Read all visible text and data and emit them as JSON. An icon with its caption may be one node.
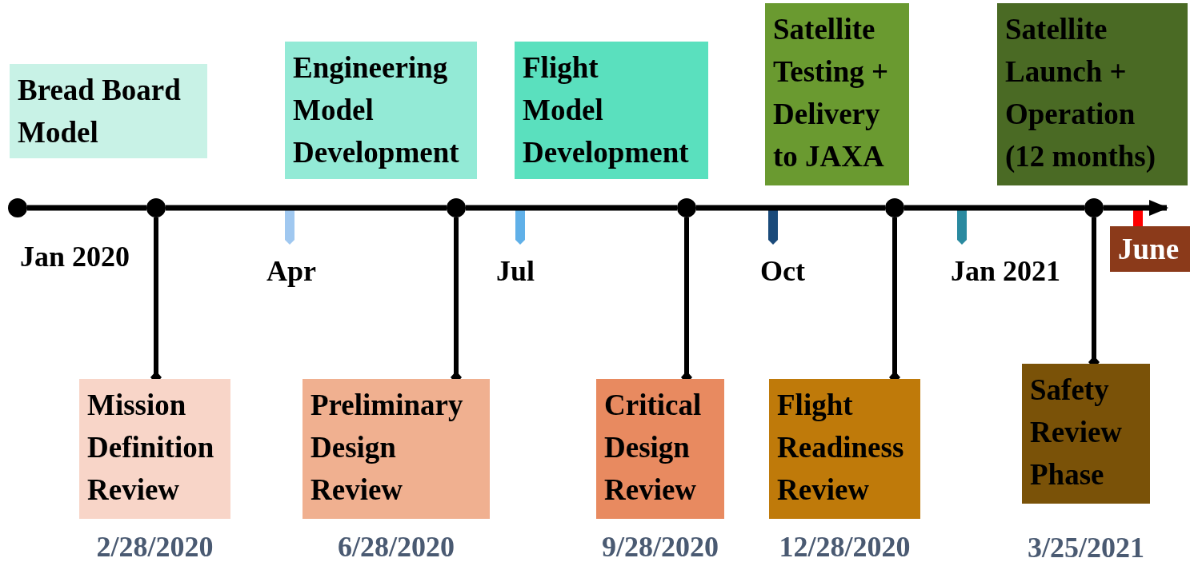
{
  "diagram": {
    "nodes": [
      {
        "text": [
          "Bread Board Model"
        ]
      },
      {
        "text": [
          "Engineering Model Development"
        ]
      },
      {
        "text": [
          "Flight Model Development"
        ]
      },
      {
        "text": [
          "Satellite Testing + Delivery to JAXA"
        ]
      },
      {
        "text": [
          "Satellite Launch + Operation (12 months)"
        ]
      },
      {
        "text": [
          "June"
        ]
      },
      {
        "text": [
          "Mission Definition Review"
        ],
        "beside": [
          "2/28/2020"
        ]
      },
      {
        "text": [
          "Preliminary Design Review"
        ],
        "beside": [
          "6/28/2020"
        ]
      },
      {
        "text": [
          "Critical Design Review"
        ],
        "beside": [
          "9/28/2020"
        ]
      },
      {
        "text": [
          "Flight Readiness Review"
        ],
        "beside": [
          "12/28/2020"
        ]
      },
      {
        "text": [
          "Safety Review Phase"
        ],
        "beside": [
          "3/25/2021"
        ]
      },
      {
        "text": [],
        "shape": "circle"
      },
      {
        "text": [],
        "shape": "circle"
      },
      {
        "text": [],
        "shape": "circle"
      },
      {
        "text": [],
        "shape": "circle"
      },
      {
        "text": [],
        "shape": "circle"
      },
      {
        "text": [],
        "shape": "circle"
      }
    ],
    "edges": [
      {
        "from": 12,
        "to": 6,
        "arrow": "other"
      },
      {
        "from": 13,
        "to": 7,
        "arrow": "other"
      },
      {
        "from": 14,
        "to": 8,
        "arrow": "other"
      },
      {
        "from": 15,
        "to": 9,
        "arrow": "other"
      },
      {
        "from": 16,
        "to": 10,
        "arrow": "other"
      },
      {
        "from": 11,
        "to": 12,
        "arrow": "none"
      },
      {
        "from": 12,
        "to": 13,
        "arrow": "none"
      },
      {
        "from": 13,
        "to": 14,
        "arrow": "none"
      },
      {
        "from": 14,
        "to": 15,
        "arrow": "none"
      },
      {
        "from": 15,
        "to": 16,
        "arrow": "none"
      },
      {
        "from": 16,
        "to": 5,
        "arrow": "to"
      }
    ],
    "labels": [
      "Jan 2020",
      "Apr",
      "Jul",
      "Oct",
      "Jan 2021"
    ]
  }
}
